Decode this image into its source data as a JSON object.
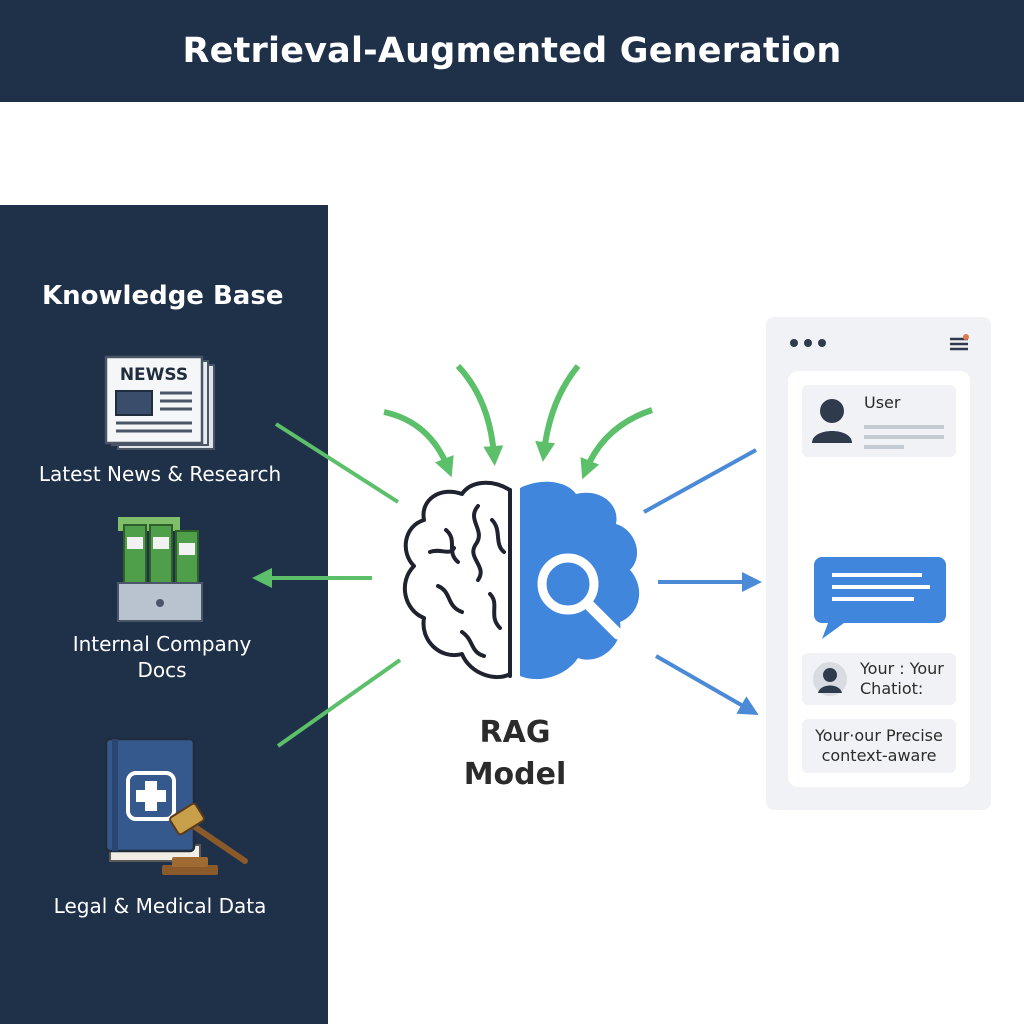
{
  "header": {
    "title": "Retrieval-Augmented Generation"
  },
  "knowledge_base": {
    "title": "Knowledge Base",
    "items": [
      {
        "icon": "newspaper-icon",
        "label": "Latest News & Research",
        "icon_text": "NEWSS"
      },
      {
        "icon": "filing-box-icon",
        "label_line1": "Internal Company",
        "label_line2": "Docs"
      },
      {
        "icon": "legal-medical-book-icon",
        "label": "Legal & Medical Data"
      }
    ]
  },
  "model": {
    "label_line1": "RAG",
    "label_line2": "Model",
    "icon": "brain-search-icon"
  },
  "chat": {
    "user_label": "User",
    "reply1_line1": "Your : Your",
    "reply1_line2": "Chatiot:",
    "reply2_line1": "Your·our Precise",
    "reply2_line2": "context-aware"
  },
  "colors": {
    "navy": "#1f3049",
    "green_arrow": "#5cbf6a",
    "blue_arrow": "#4a8ad6",
    "brain_blue": "#3f86dc"
  }
}
